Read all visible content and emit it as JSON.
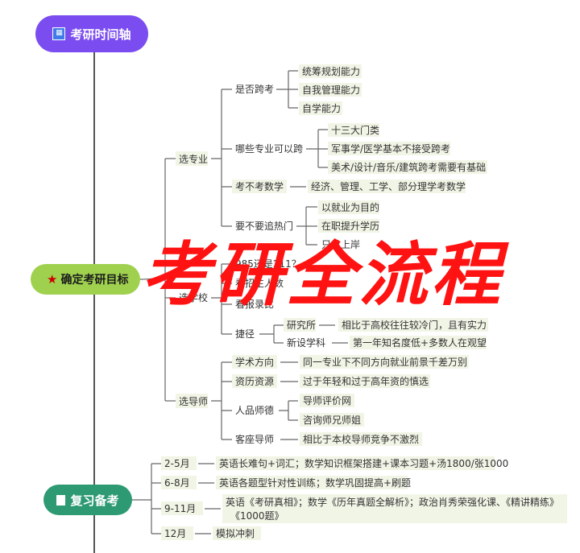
{
  "root": {
    "title": "考研时间轴"
  },
  "goal": {
    "label": "确定考研目标",
    "major": {
      "label": "选专业",
      "cross": {
        "label": "是否跨考",
        "items": [
          "统筹规划能力",
          "自我管理能力",
          "自学能力"
        ]
      },
      "which": {
        "label": "哪些专业可以跨",
        "items": [
          "十三大门类",
          "军事学/医学基本不接受跨考",
          "美术/设计/音乐/建筑跨考需要有基础"
        ]
      },
      "math": {
        "label": "考不考数学",
        "detail": "经济、管理、工学、部分理学考数学"
      },
      "hot": {
        "label": "要不要追热门",
        "items": [
          "以就业为目的",
          "在职提升学历",
          "只求上岸"
        ]
      }
    },
    "school": {
      "label": "选学校",
      "q1": "985还是211？",
      "q2": "看招生人数",
      "q3": "看报录比",
      "path": {
        "label": "捷径",
        "items": [
          {
            "label": "研究所",
            "detail": "相比于高校往往较冷门，且有实力"
          },
          {
            "label": "新设学科",
            "detail": "第一年知名度低+多数人在观望"
          }
        ]
      }
    },
    "advisor": {
      "label": "选导师",
      "items": [
        {
          "label": "学术方向",
          "detail": "同一专业下不同方向就业前景千差万别"
        },
        {
          "label": "资历资源",
          "detail": "过于年轻和过于高年资的慎选"
        },
        {
          "label": "人品师德",
          "subs": [
            "导师评价网",
            "咨询师兄师姐"
          ]
        },
        {
          "label": "客座导师",
          "detail": "相比于本校导师竞争不激烈"
        }
      ]
    }
  },
  "review": {
    "label": "复习备考",
    "phases": [
      {
        "label": "2-5月",
        "detail": "英语长难句+词汇；数学知识框架搭建+课本习题+汤1800/张1000"
      },
      {
        "label": "6-8月",
        "detail": "英语各题型针对性训练；数学巩固提高+刷题"
      },
      {
        "label": "9-11月",
        "detail1": "英语《考研真相》；数学《历年真题全解析》；政治肖秀荣强化课、《精讲精练》",
        "detail2": "《1000题》"
      },
      {
        "label": "12月",
        "detail": "模拟冲刺"
      }
    ]
  },
  "overlay_title": "考研全流程",
  "colors": {
    "root": "#7b4df0",
    "goal": "#9fd14f",
    "review": "#2e9a74",
    "overlay": "#ff1212"
  }
}
